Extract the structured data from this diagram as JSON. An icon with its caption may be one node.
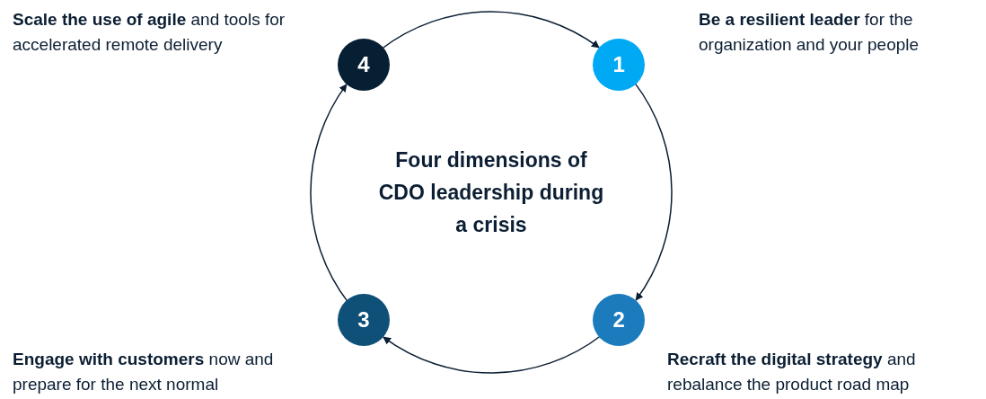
{
  "diagram": {
    "title": "Four dimensions of CDO leadership during a crisis",
    "nodes": [
      {
        "text": [
          "1"
        ],
        "beside": [
          "**Be a resilient leader** for the organization and your people"
        ]
      },
      {
        "text": [
          "2"
        ],
        "beside": [
          "**Recraft the digital strategy** and rebalance the product road map"
        ]
      },
      {
        "text": [
          "3"
        ],
        "beside": [
          "**Engage with customers** now and prepare for the next normal"
        ]
      },
      {
        "text": [
          "4"
        ],
        "beside": [
          "**Scale the use of agile** and tools for accelerated remote delivery"
        ]
      }
    ],
    "edges": [
      {
        "from": 3,
        "to": 0,
        "arrow": "to"
      },
      {
        "from": 0,
        "to": 1,
        "arrow": "to"
      },
      {
        "from": 1,
        "to": 2,
        "arrow": "to"
      },
      {
        "from": 2,
        "to": 3,
        "arrow": "to"
      }
    ]
  }
}
